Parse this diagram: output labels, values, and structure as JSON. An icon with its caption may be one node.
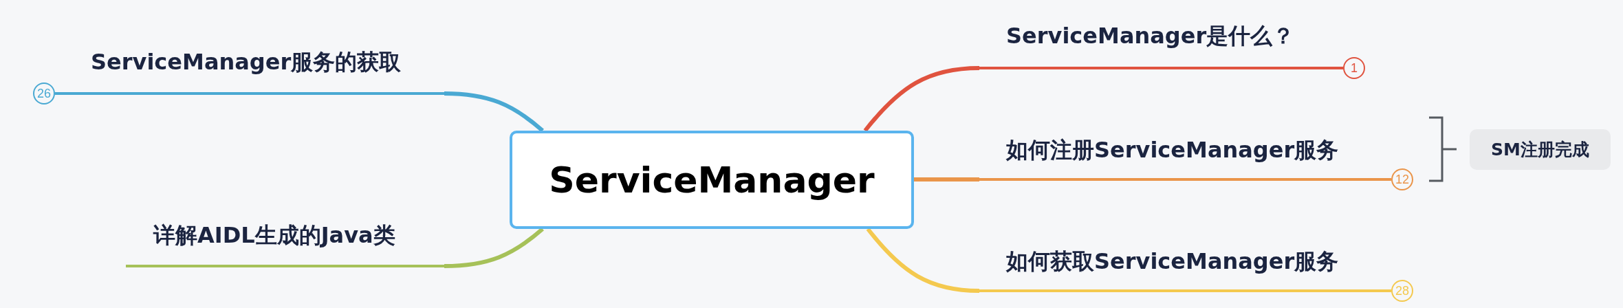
{
  "diagram": {
    "nodes": [
      {
        "text": [
          "ServiceManager"
        ]
      },
      {
        "text": [
          "ServiceManager是什么？"
        ],
        "beside": [
          "1"
        ]
      },
      {
        "text": [
          "如何注册ServiceManager服务"
        ],
        "beside": [
          "12"
        ]
      },
      {
        "text": [
          "如何获取ServiceManager服务"
        ],
        "beside": [
          "28"
        ]
      },
      {
        "text": [
          "ServiceManager服务的获取"
        ],
        "beside": [
          "26"
        ]
      },
      {
        "text": [
          "详解AIDL生成的Java类"
        ]
      },
      {
        "text": [
          "SM注册完成"
        ]
      }
    ],
    "edges": [
      {
        "from": 0,
        "to": 1,
        "arrow": "none",
        "color": "#e0533f"
      },
      {
        "from": 0,
        "to": 2,
        "arrow": "none",
        "color": "#ea954a"
      },
      {
        "from": 0,
        "to": 3,
        "arrow": "none",
        "color": "#f4c94f"
      },
      {
        "from": 0,
        "to": 4,
        "arrow": "none",
        "color": "#4aa9d3"
      },
      {
        "from": 0,
        "to": 5,
        "arrow": "none",
        "color": "#a6c159"
      }
    ]
  }
}
